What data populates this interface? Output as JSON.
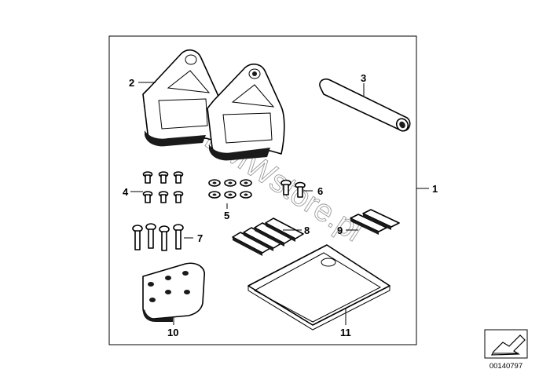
{
  "diagram": {
    "watermark": "www.BMWstore.pl",
    "catalog_number": "00140797",
    "callouts": {
      "c1": "1",
      "c2": "2",
      "c3": "3",
      "c4": "4",
      "c5": "5",
      "c6": "6",
      "c7": "7",
      "c8": "8",
      "c9": "9",
      "c10": "10",
      "c11": "11"
    }
  }
}
